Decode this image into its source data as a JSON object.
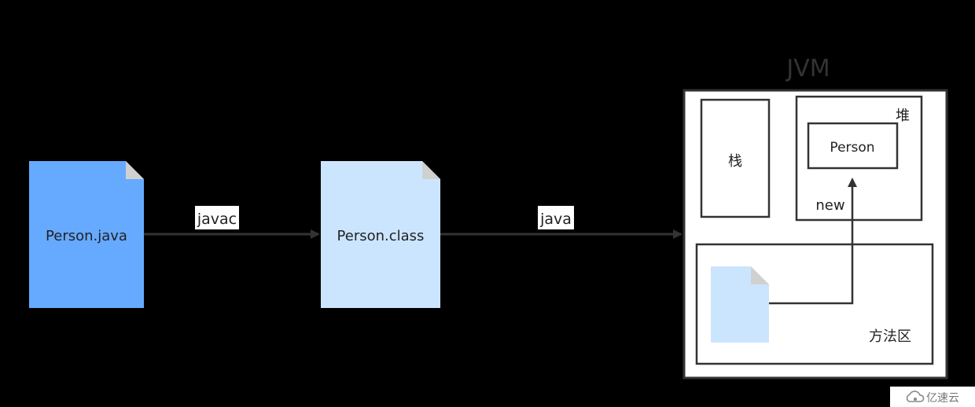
{
  "nodes": {
    "source_file": {
      "label": "Person.java",
      "color": "#66aaff"
    },
    "class_file": {
      "label": "Person.class",
      "color": "#cce5ff"
    }
  },
  "edges": {
    "compile": {
      "label": "javac"
    },
    "run": {
      "label": "java"
    }
  },
  "jvm": {
    "title": "JVM",
    "stack": {
      "label": "栈"
    },
    "heap": {
      "label": "堆",
      "object": {
        "label": "Person"
      },
      "new_label": "new"
    },
    "method_area": {
      "label": "方法区",
      "file_color": "#cce5ff"
    }
  },
  "watermark": {
    "text": "亿速云"
  },
  "colors": {
    "background": "#000000",
    "arrow": "#333333",
    "box_border": "#333333",
    "jvm_fill": "#ffffff"
  }
}
